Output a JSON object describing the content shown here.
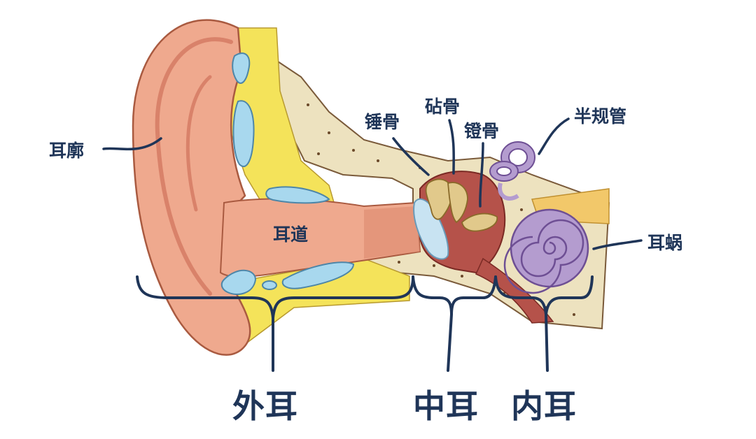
{
  "labels": {
    "pinna": "耳廓",
    "ear_canal": "耳道",
    "malleus": "锤骨",
    "incus": "砧骨",
    "stapes": "镫骨",
    "semicircular_canals": "半规管",
    "cochlea": "耳蜗"
  },
  "sections": {
    "outer_ear": "外耳",
    "middle_ear": "中耳",
    "inner_ear": "内耳"
  },
  "colors": {
    "label_text": "#1f3558",
    "skin": "#efa98e",
    "skin_dark": "#d9826a",
    "fat": "#f4e35a",
    "cartilage": "#a8d8ee",
    "bone": "#ede2bf",
    "cavity": "#b5524a",
    "ossicles": "#e1c98b",
    "eardrum": "#c8e3f2",
    "labyrinth": "#b49ccf"
  }
}
